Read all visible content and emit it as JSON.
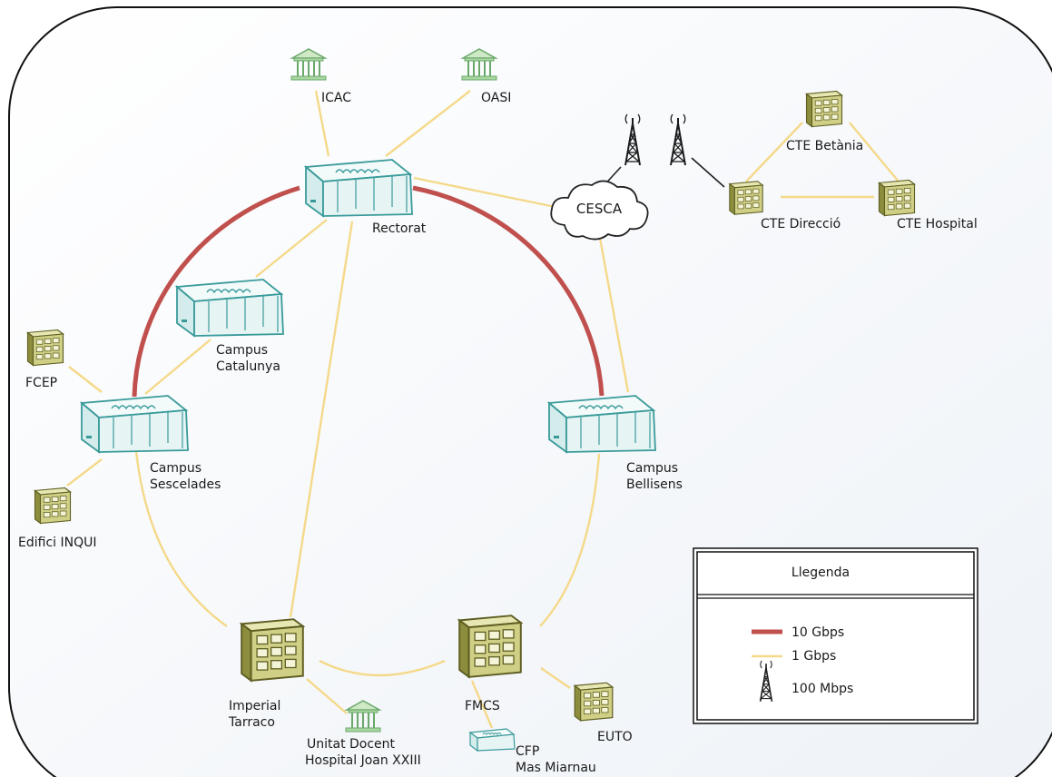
{
  "colors": {
    "link_10g": "#c0504d",
    "link_1g": "#f5d98a",
    "building": "#b5b56a",
    "building_dark": "#5e5e22",
    "server": "#e8f4f4",
    "server_stroke": "#3a9a9a",
    "institution": "#7cbf7c",
    "background": "#f3f6fa",
    "frame": "#111111",
    "wireless": "#222222"
  },
  "nodes": {
    "icac": {
      "label": [
        "ICAC"
      ],
      "icon": "institution-icon"
    },
    "oasi": {
      "label": [
        "OASI"
      ],
      "icon": "institution-icon"
    },
    "rectorat": {
      "label": [
        "Rectorat"
      ],
      "icon": "server-rack-icon"
    },
    "cesca": {
      "label": [
        "CESCA"
      ],
      "icon": "cloud-icon"
    },
    "cte_betania": {
      "label": [
        "CTE Betània"
      ],
      "icon": "building-icon"
    },
    "cte_direccio": {
      "label": [
        "CTE Direcció"
      ],
      "icon": "building-icon"
    },
    "cte_hospital": {
      "label": [
        "CTE Hospital"
      ],
      "icon": "building-icon"
    },
    "campus_catalunya": {
      "label": [
        "Campus",
        "Catalunya"
      ],
      "icon": "server-rack-icon"
    },
    "fcep": {
      "label": [
        "FCEP"
      ],
      "icon": "building-icon"
    },
    "campus_sescelades": {
      "label": [
        "Campus",
        "Sescelades"
      ],
      "icon": "server-rack-icon"
    },
    "edifici_inqui": {
      "label": [
        "Edifici INQUI"
      ],
      "icon": "building-icon"
    },
    "campus_bellisens": {
      "label": [
        "Campus",
        "Bellisens"
      ],
      "icon": "server-rack-icon"
    },
    "imperial_tarraco": {
      "label": [
        "Imperial",
        "Tarraco"
      ],
      "icon": "building-icon"
    },
    "unitat_docent": {
      "label": [
        "Unitat Docent",
        "Hospital Joan XXIII"
      ],
      "icon": "institution-icon"
    },
    "fmcs": {
      "label": [
        "FMCS"
      ],
      "icon": "building-icon"
    },
    "euto": {
      "label": [
        "EUTO"
      ],
      "icon": "building-icon"
    },
    "cfp": {
      "label": [
        "CFP",
        "Mas Miarnau"
      ],
      "icon": "server-rack-icon"
    }
  },
  "links_10g": [
    [
      "campus_sescelades",
      "rectorat"
    ],
    [
      "rectorat",
      "campus_bellisens"
    ]
  ],
  "links_1g": [
    [
      "icac",
      "rectorat"
    ],
    [
      "oasi",
      "rectorat"
    ],
    [
      "rectorat",
      "cesca"
    ],
    [
      "cesca",
      "campus_bellisens"
    ],
    [
      "rectorat",
      "campus_catalunya"
    ],
    [
      "campus_catalunya",
      "campus_sescelades"
    ],
    [
      "rectorat",
      "imperial_tarraco"
    ],
    [
      "fcep",
      "campus_sescelades"
    ],
    [
      "edifici_inqui",
      "campus_sescelades"
    ],
    [
      "campus_sescelades",
      "imperial_tarraco"
    ],
    [
      "campus_bellisens",
      "fmcs"
    ],
    [
      "imperial_tarraco",
      "fmcs"
    ],
    [
      "imperial_tarraco",
      "unitat_docent"
    ],
    [
      "fmcs",
      "euto"
    ],
    [
      "fmcs",
      "cfp"
    ],
    [
      "cte_betania",
      "cte_direccio"
    ],
    [
      "cte_betania",
      "cte_hospital"
    ],
    [
      "cte_direccio",
      "cte_hospital"
    ]
  ],
  "links_wireless": [
    [
      "cesca",
      "tower_a"
    ],
    [
      "tower_b",
      "cte_direccio"
    ]
  ],
  "legend": {
    "title": "Llegenda",
    "items": [
      {
        "kind": "link_10g",
        "label": "10 Gbps"
      },
      {
        "kind": "link_1g",
        "label": "1 Gbps"
      },
      {
        "kind": "wireless",
        "label": "100 Mbps"
      }
    ]
  }
}
